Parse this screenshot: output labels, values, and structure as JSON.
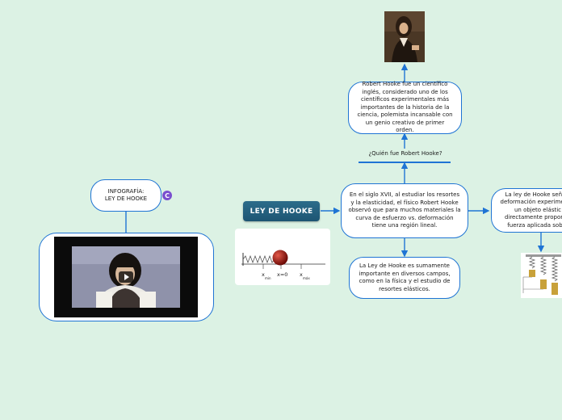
{
  "title": "LEY DE HOOKE",
  "center_node": "En el siglo XVII, al estudiar los resortes y la elasticidad, el físico Robert Hooke observó que para muchos materiales la curva de esfuerzo vs. deformación tiene una región lineal.",
  "question_label": "¿Quién fue Robert Hooke?",
  "bio_node": "Robert Hooke fue un científico inglés,  considerado uno de los científicos experimentales más importantes de la historia de la ciencia, polemista incansable con un genio creativo de primer orden.",
  "importance_node": "La Ley de Hooke es sumamente importante en diversos campos, como en la física y el estudio de resortes elásticos.",
  "law_node": "La ley de Hooke señala deformación experime por un objeto elástic directamente proporcio fuerza aplicada sobre",
  "infografia_node": "INFOGRAFÍA: LEY DE HOOKE",
  "spring_diagram": {
    "label_min": "x",
    "sub_min": "min",
    "label_zero": "x=0",
    "label_max": "x",
    "sub_max": "máx"
  },
  "colors": {
    "background": "#dcf2e4",
    "link": "#1f74d4",
    "title_pill": "#1d5573",
    "badge": "#7a4fcf"
  },
  "icons": {
    "video_play": "play-icon",
    "badge": "c-badge-icon"
  }
}
